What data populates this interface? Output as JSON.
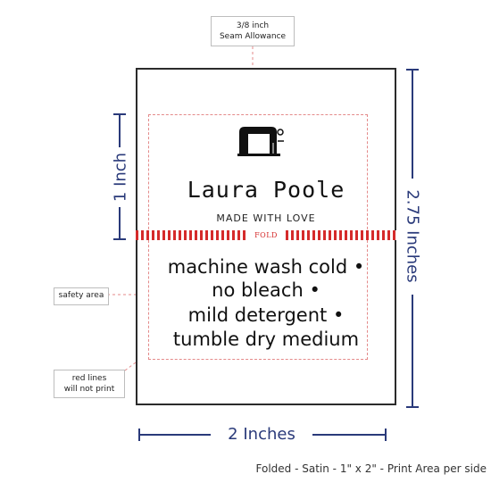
{
  "label": {
    "name": "Laura Poole",
    "made_with": "MADE WITH LOVE",
    "fold": "FOLD",
    "care_lines": [
      "machine wash cold •",
      "no bleach •",
      "mild detergent •",
      "tumble dry medium"
    ],
    "icon": "sewing-machine-icon"
  },
  "callouts": {
    "seam_allowance_line1": "3/8 inch",
    "seam_allowance_line2": "Seam Allowance",
    "safety_area": "safety area",
    "red_lines_line1": "red lines",
    "red_lines_line2": "will not print"
  },
  "dimensions": {
    "fold_height": "1 Inch",
    "total_height": "2.75 Inches",
    "width": "2 Inches"
  },
  "footer": "Folded - Satin - 1\" x 2\" - Print Area per side",
  "colors": {
    "dimension_blue": "#2a3a7a",
    "fold_red": "#d52b2b",
    "guide_red": "#e48a8a"
  }
}
